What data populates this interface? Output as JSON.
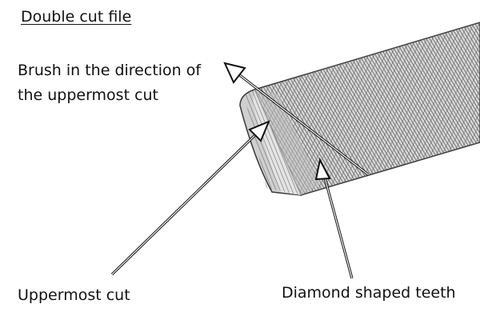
{
  "title": "Double cut file",
  "labels": {
    "brush_line1": "Brush in the direction of",
    "brush_line2": "the uppermost cut",
    "uppermost_cut": "Uppermost cut",
    "diamond_teeth": "Diamond shaped teeth"
  },
  "colors": {
    "file_body": "#d9d9d9",
    "file_end": "#cfcfcf",
    "face_highlight": "#bdbdbd",
    "outline": "#3a3a3a",
    "hatch": "#555555",
    "arrow": "#111111"
  },
  "icons": {
    "pointer": "hollow-arrowhead"
  }
}
